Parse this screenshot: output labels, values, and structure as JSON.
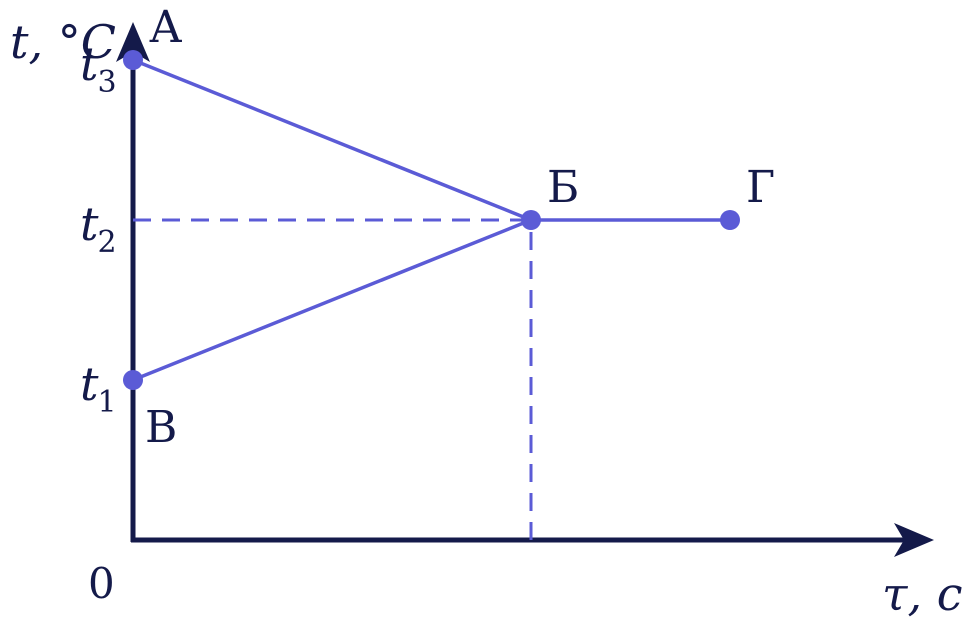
{
  "chart_data": {
    "type": "line",
    "title": "",
    "xlabel": "τ, с",
    "ylabel": "t, °C",
    "origin_label": "0",
    "y_ticks": [
      {
        "id": "t1",
        "base": "t",
        "sub": "1",
        "value": 1
      },
      {
        "id": "t2",
        "base": "t",
        "sub": "2",
        "value": 2
      },
      {
        "id": "t3",
        "base": "t",
        "sub": "3",
        "value": 3
      }
    ],
    "xlim": [
      0,
      4
    ],
    "ylim": [
      0,
      4
    ],
    "points": [
      {
        "id": "A",
        "label": "А",
        "x": 0,
        "y": 3
      },
      {
        "id": "B",
        "label": "Б",
        "x": 2,
        "y": 2
      },
      {
        "id": "V",
        "label": "В",
        "x": 0,
        "y": 1
      },
      {
        "id": "G",
        "label": "Г",
        "x": 3,
        "y": 2
      }
    ],
    "segments": [
      [
        "A",
        "B"
      ],
      [
        "V",
        "B"
      ],
      [
        "B",
        "G"
      ]
    ],
    "guides": [
      {
        "type": "horizontal",
        "y": 2,
        "from_x": 0,
        "to_x": 2
      },
      {
        "type": "vertical",
        "x": 2,
        "from_y": 0,
        "to_y": 2
      }
    ],
    "grid": false,
    "colors": {
      "axis": "#141a4a",
      "series": "#5b5bd6"
    }
  }
}
